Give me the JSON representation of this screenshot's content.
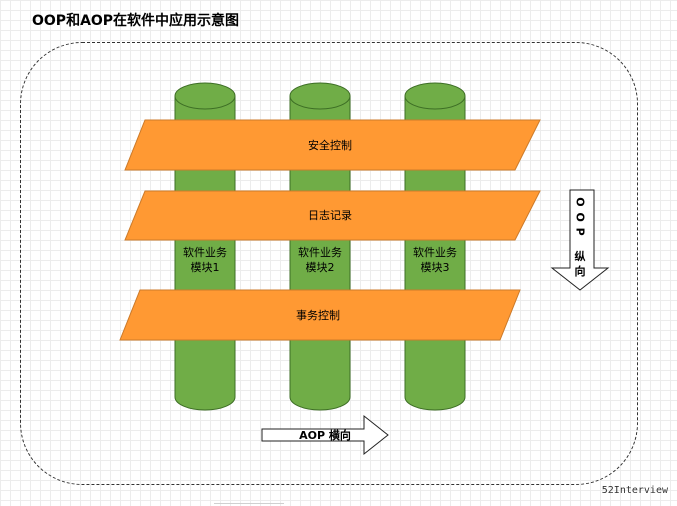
{
  "title": "OOP和AOP在软件中应用示意图",
  "modules": [
    {
      "line1": "软件业务",
      "line2": "模块1"
    },
    {
      "line1": "软件业务",
      "line2": "模块2"
    },
    {
      "line1": "软件业务",
      "line2": "模块3"
    }
  ],
  "bands": [
    {
      "label": "安全控制"
    },
    {
      "label": "日志记录"
    },
    {
      "label": "事务控制"
    }
  ],
  "arrows": {
    "oop_vertical": {
      "line1": "O O P",
      "line2": "纵",
      "line3": "向"
    },
    "aop_horizontal": {
      "label": "AOP 横向"
    }
  },
  "watermark": "52Interview",
  "colors": {
    "cylinder_fill": "#70ad47",
    "cylinder_stroke": "#3d6e25",
    "band_fill": "#ff9933",
    "band_stroke": "#cc7a29"
  }
}
